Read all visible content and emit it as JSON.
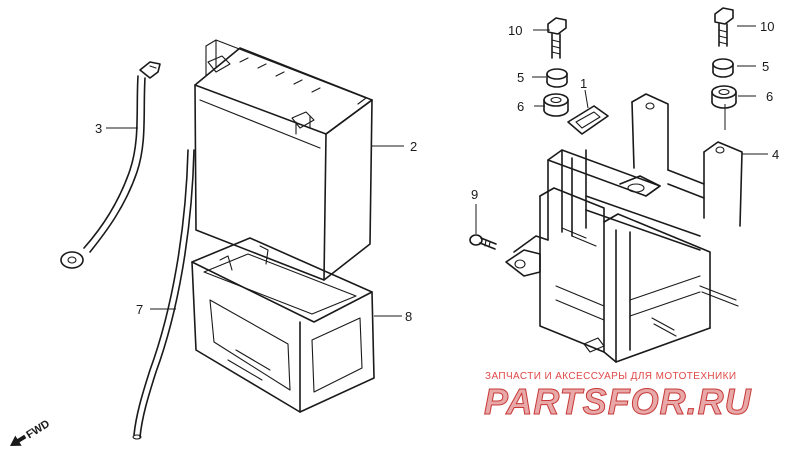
{
  "callouts": {
    "c1": "1",
    "c2": "2",
    "c3": "3",
    "c4": "4",
    "c5_left": "5",
    "c5_right": "5",
    "c6_left": "6",
    "c6_right": "6",
    "c7": "7",
    "c8": "8",
    "c9": "9",
    "c10_left": "10",
    "c10_right": "10"
  },
  "fwd_label": "FWD",
  "watermark": {
    "subtitle": "ЗАПЧАСТИ И АКСЕССУАРЫ ДЛЯ МОТОТЕХНИКИ",
    "brand": "PARTSFOR.RU"
  },
  "colors": {
    "line": "#1a1a1a",
    "watermark_red": "#e04848",
    "watermark_fill": "#e8a8a8"
  }
}
